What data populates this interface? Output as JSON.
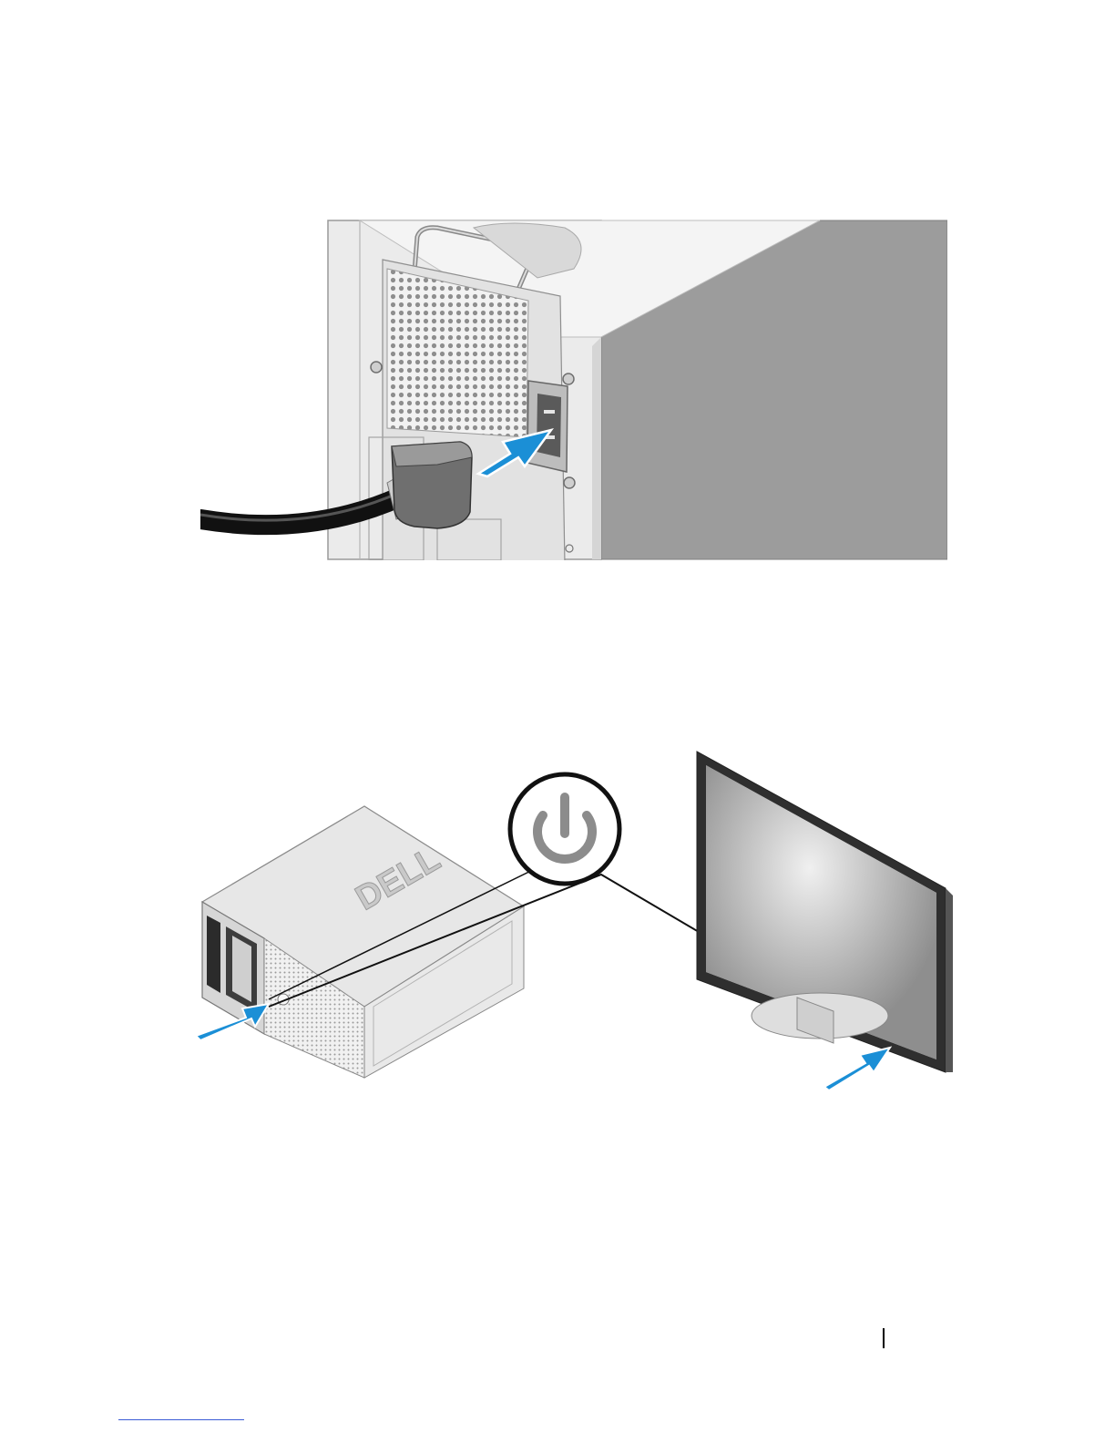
{
  "document": {
    "figures": [
      {
        "name": "connect-power-cable",
        "arrow_color": "#1b8fd6"
      },
      {
        "name": "turn-on-system-and-monitor",
        "arrow_color": "#1b8fd6",
        "logo_text": "DELL"
      }
    ]
  },
  "colors": {
    "arrow": "#1b8fd6",
    "chassis_light": "#e8e8e8",
    "chassis_dark": "#9a9a9a",
    "cable": "#1a1a1a",
    "power_icon": "#8c8c8c"
  }
}
